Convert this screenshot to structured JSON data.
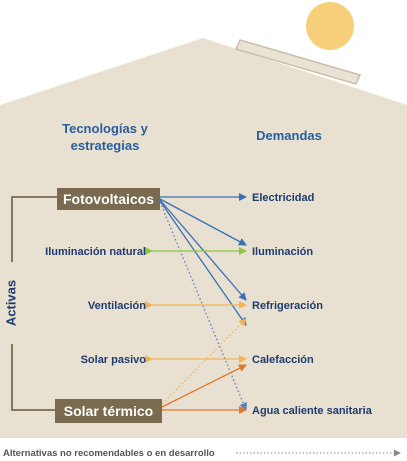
{
  "colors": {
    "house": "#e8e1d1",
    "sun": "#f7cf7a",
    "panel_fill": "#e9e3d6",
    "panel_stroke": "#c9bfa8",
    "box": "#7a6a50",
    "navy": "#1f3b6f",
    "blue_arrow": "#3a6fb5",
    "green_arrow": "#8dc63f",
    "orange_light": "#f4b256",
    "orange_dark": "#e07a2a",
    "dotted": "#5a7fbf",
    "footer_text": "#555555",
    "heading": "#2a5d9e"
  },
  "headings": {
    "tech_line1": "Tecnologías y",
    "tech_line2": "estrategias",
    "demands": "Demandas"
  },
  "group_label": "Activas",
  "active_sources": {
    "pv": "Fotovoltaicos",
    "solar_thermal": "Solar térmico"
  },
  "strategies": {
    "lighting": "Iluminación natural",
    "ventilation": "Ventilación",
    "passive": "Solar pasivo"
  },
  "demands": {
    "electricity": "Electricidad",
    "lighting": "Iluminación",
    "cooling": "Refrigeración",
    "heating": "Calefacción",
    "hot_water": "Agua caliente sanitaria"
  },
  "footer": "Alternativas no recomendables o en desarrollo"
}
